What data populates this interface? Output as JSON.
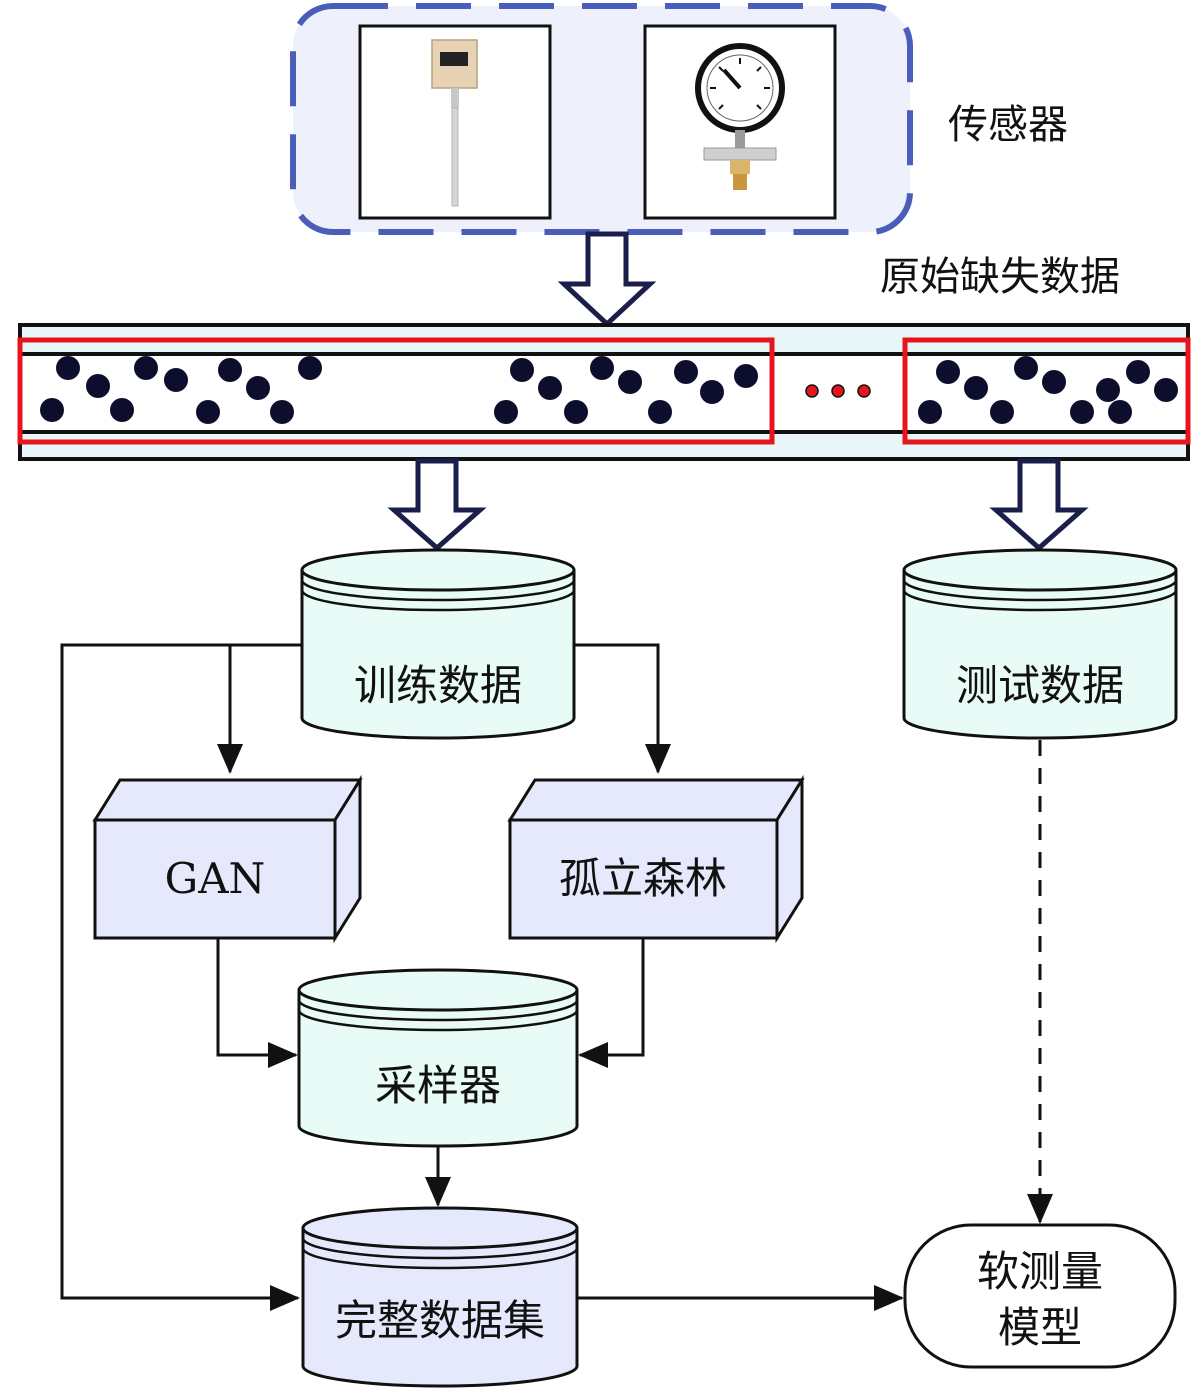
{
  "labels": {
    "sensor": "传感器",
    "raw_missing_data": "原始缺失数据",
    "train_data": "训练数据",
    "test_data": "测试数据",
    "gan": "GAN",
    "isolation_forest": "孤立森林",
    "sampler": "采样器",
    "complete_dataset": "完整数据集",
    "soft_sensor_line1": "软测量",
    "soft_sensor_line2": "模型"
  },
  "icons": {
    "sensor_left": "temperature-probe-icon",
    "sensor_right": "pressure-gauge-icon"
  },
  "colors": {
    "sensor_group_border": "#4a5db8",
    "sensor_group_fill": "#eef0fb",
    "window_border": "#e8141c",
    "cylinder_train": "#e8fbf7",
    "cylinder_sampler": "#e8fbf7",
    "cylinder_complete": "#e6e9fb",
    "box_fill": "#e6e9fb",
    "dot": "#0d0d2e",
    "ellipsis_dot": "#e8141c",
    "arrow_outline": "#1a1e4a"
  }
}
